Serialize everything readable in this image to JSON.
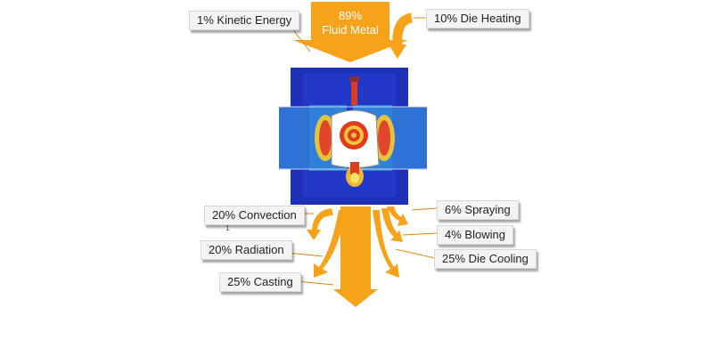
{
  "input": {
    "percent": "89%",
    "label": "Fluid Metal"
  },
  "inputs": [
    {
      "id": "kinetic",
      "text": "1% Kinetic Energy"
    },
    {
      "id": "die_heating",
      "text": "10%  Die Heating"
    }
  ],
  "outputs": [
    {
      "id": "convection",
      "text": "20% Convection"
    },
    {
      "id": "radiation",
      "text": "20% Radiation"
    },
    {
      "id": "casting",
      "text": "25% Casting"
    },
    {
      "id": "spraying",
      "text": "6% Spraying"
    },
    {
      "id": "blowing",
      "text": "4% Blowing"
    },
    {
      "id": "die_cooling",
      "text": "25%  Die Cooling"
    }
  ],
  "tick_mark": "1",
  "colors": {
    "arrow": "#f7a21b",
    "leader": "#d98a0e",
    "die_dark": "#1e2fb8",
    "die_light": "#2f72d6",
    "label_bg": "#f4f4f4"
  }
}
